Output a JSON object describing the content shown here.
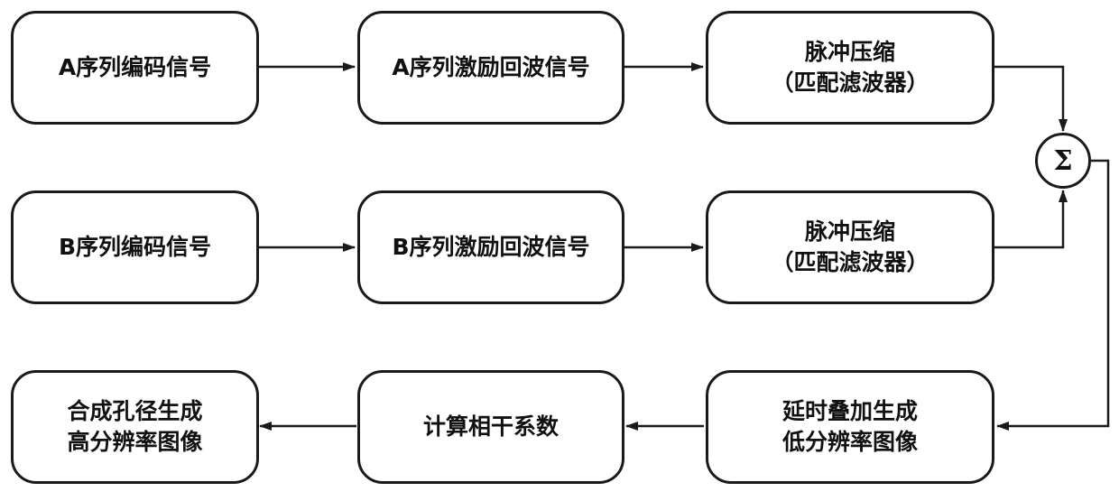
{
  "nodes": {
    "a_code": {
      "lines": [
        "A序列编码信号"
      ]
    },
    "a_echo": {
      "lines": [
        "A序列激励回波信号"
      ]
    },
    "a_pulse": {
      "lines": [
        "脉冲压缩",
        "（匹配滤波器）"
      ]
    },
    "b_code": {
      "lines": [
        "B序列编码信号"
      ]
    },
    "b_echo": {
      "lines": [
        "B序列激励回波信号"
      ]
    },
    "b_pulse": {
      "lines": [
        "脉冲压缩",
        "（匹配滤波器）"
      ]
    },
    "delay_sum": {
      "lines": [
        "延时叠加生成",
        "低分辨率图像"
      ]
    },
    "coherence": {
      "lines": [
        "计算相干系数"
      ]
    },
    "synthesis": {
      "lines": [
        "合成孔径生成",
        "高分辨率图像"
      ]
    },
    "sum": {
      "symbol": "Σ"
    }
  },
  "colors": {
    "stroke": "#1a1a1a",
    "text": "#111111",
    "background": "#ffffff"
  }
}
